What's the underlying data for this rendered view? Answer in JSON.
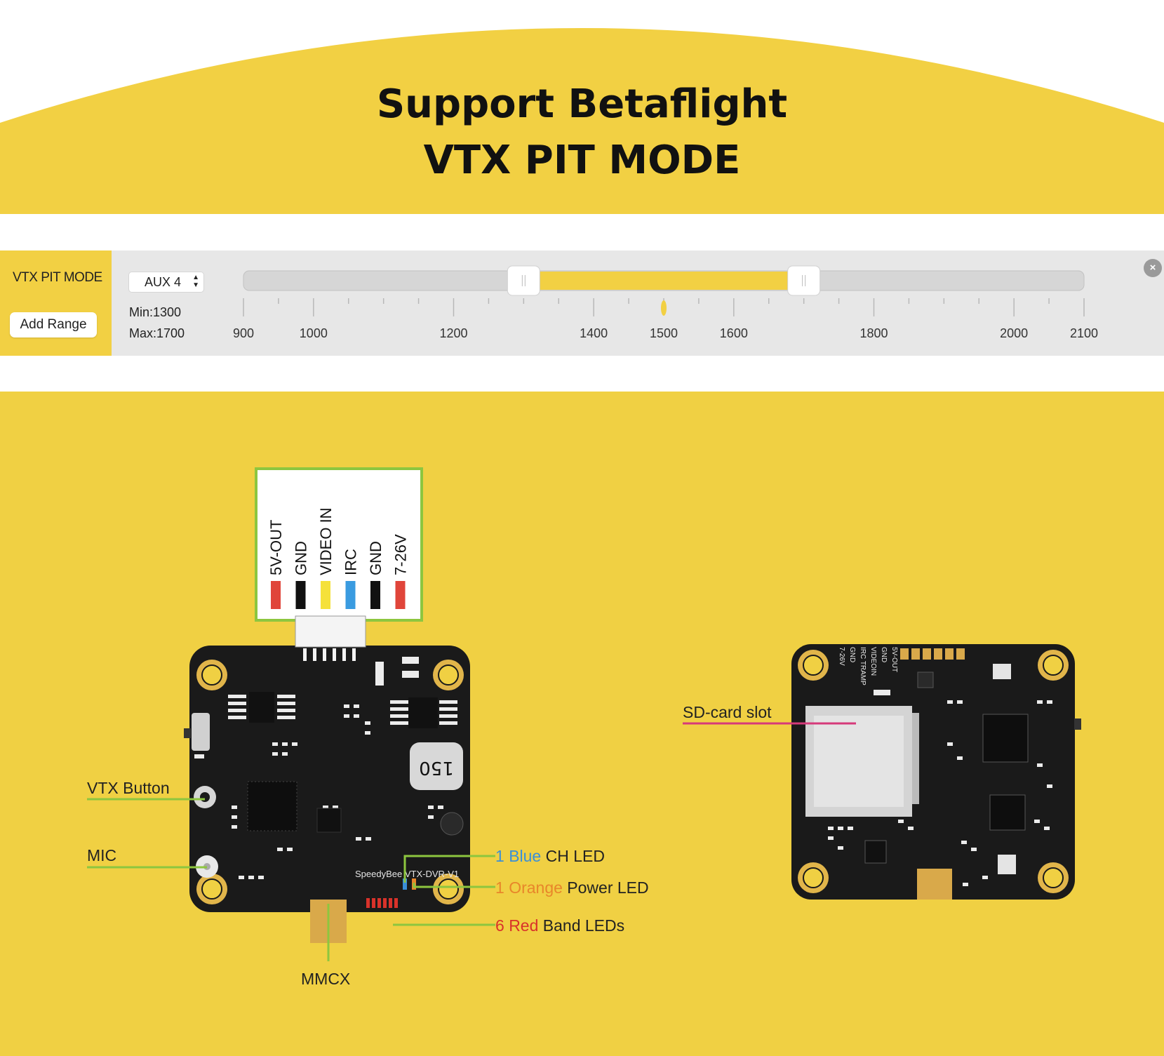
{
  "hero": {
    "title_line1": "Support Betaflight",
    "title_line2": "VTX PIT MODE",
    "color": "#f2d043"
  },
  "mode_panel": {
    "mode_name": "VTX PIT MODE",
    "add_range_label": "Add Range",
    "channel_select": "AUX 4",
    "min_label": "Min:1300",
    "max_label": "Max:1700",
    "close_icon": "close-icon",
    "range": {
      "scale_min": 900,
      "scale_max": 2100,
      "selected_min": 1300,
      "selected_max": 1700,
      "current_value": 1500,
      "tick_labels": [
        900,
        1000,
        1200,
        1400,
        1500,
        1600,
        1800,
        2000,
        2100
      ],
      "accent_color": "#f2d043"
    }
  },
  "diagram": {
    "background": "#f0d043",
    "connector_pins": [
      {
        "label": "5V-OUT",
        "color": "#e0453a"
      },
      {
        "label": "GND",
        "color": "#111111"
      },
      {
        "label": "VIDEO IN",
        "color": "#f5e13a"
      },
      {
        "label": "IRC",
        "color": "#3a9be0"
      },
      {
        "label": "GND",
        "color": "#111111"
      },
      {
        "label": "7-26V",
        "color": "#e0453a"
      }
    ],
    "front_labels": {
      "vtx_button": "VTX Button",
      "mic": "MIC",
      "mmcx": "MMCX",
      "pcb_text": "SpeedyBee VTX-DVR-V1",
      "inductor": "150"
    },
    "led_labels": [
      {
        "count": "1",
        "color_word": "Blue",
        "rest": "CH LED",
        "color": "#3a8fd8"
      },
      {
        "count": "1",
        "color_word": "Orange",
        "rest": "Power LED",
        "color": "#e8862a"
      },
      {
        "count": "6",
        "color_word": "Red",
        "rest": "Band LEDs",
        "color": "#d9322a"
      }
    ],
    "back_labels": {
      "sd_card": "SD-card slot",
      "silk_pins": [
        "5V-OUT",
        "GND",
        "VIDEOIN",
        "IRC TRAMP",
        "GND",
        "7-26V"
      ]
    },
    "leader_color": "#8dc63f",
    "sd_leader_color": "#d63a7a"
  }
}
